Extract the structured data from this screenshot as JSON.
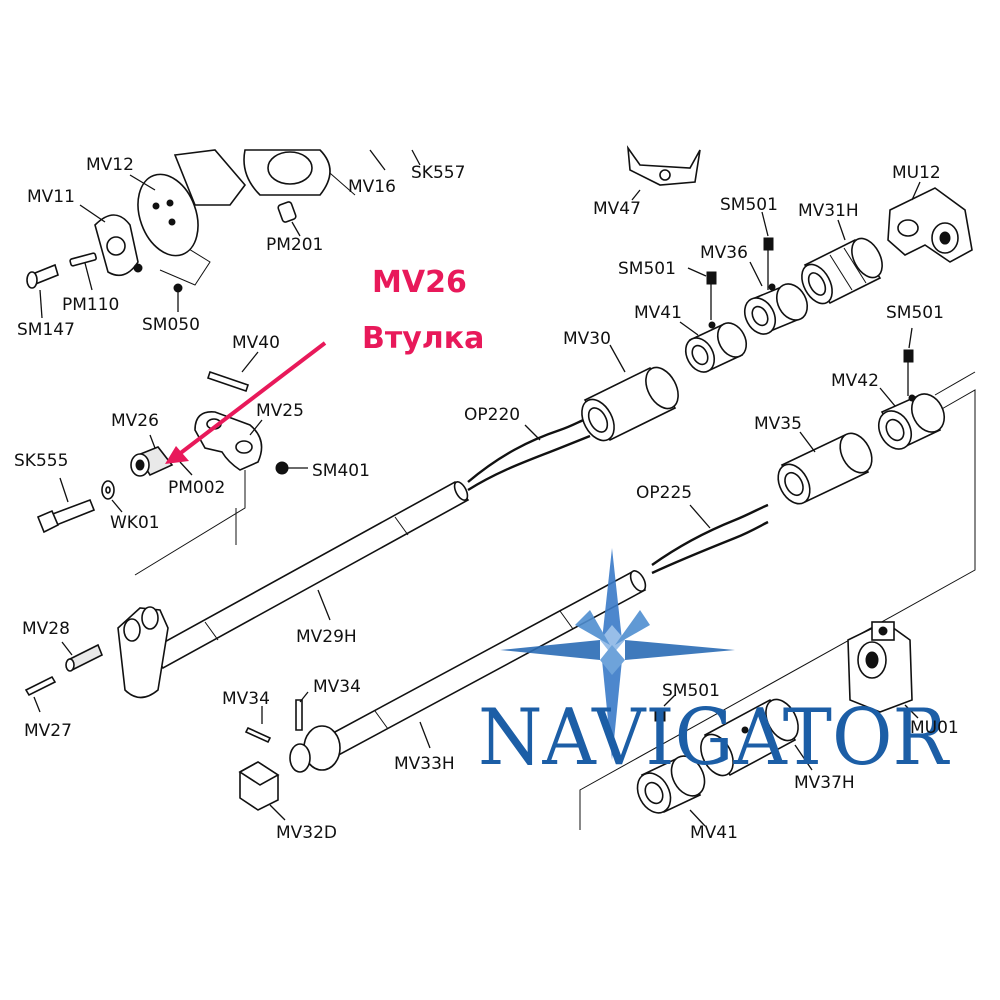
{
  "highlight": {
    "part_number": "MV26",
    "part_name": "Втулка",
    "color": "#e8195a"
  },
  "watermark": {
    "text": "NAVIGATOR",
    "color": "#1c5ea6"
  },
  "labels": {
    "mv12": "MV12",
    "mv11": "MV11",
    "sm147": "SM147",
    "pm110": "PM110",
    "sm050": "SM050",
    "mv16": "MV16",
    "sk557": "SK557",
    "pm201": "PM201",
    "mv40": "MV40",
    "mv26": "MV26",
    "mv25": "MV25",
    "sk555": "SK555",
    "pm002": "PM002",
    "sm401": "SM401",
    "wk01": "WK01",
    "mv28": "MV28",
    "mv27": "MV27",
    "mv29h": "MV29H",
    "op220": "OP220",
    "mv30": "MV30",
    "mv41_top": "MV41",
    "sm501_a": "SM501",
    "mv36": "MV36",
    "sm501_b": "SM501",
    "mv31h": "MV31H",
    "mu12": "MU12",
    "mv47": "MV47",
    "sm501_c": "SM501",
    "mv42": "MV42",
    "mv35": "MV35",
    "op225": "OP225",
    "mv34_a": "MV34",
    "mv34_b": "MV34",
    "mv33h": "MV33H",
    "mv32d": "MV32D",
    "sm501_d": "SM501",
    "mu01": "MU01",
    "mv37h": "MV37H",
    "mv41_bottom": "MV41"
  }
}
